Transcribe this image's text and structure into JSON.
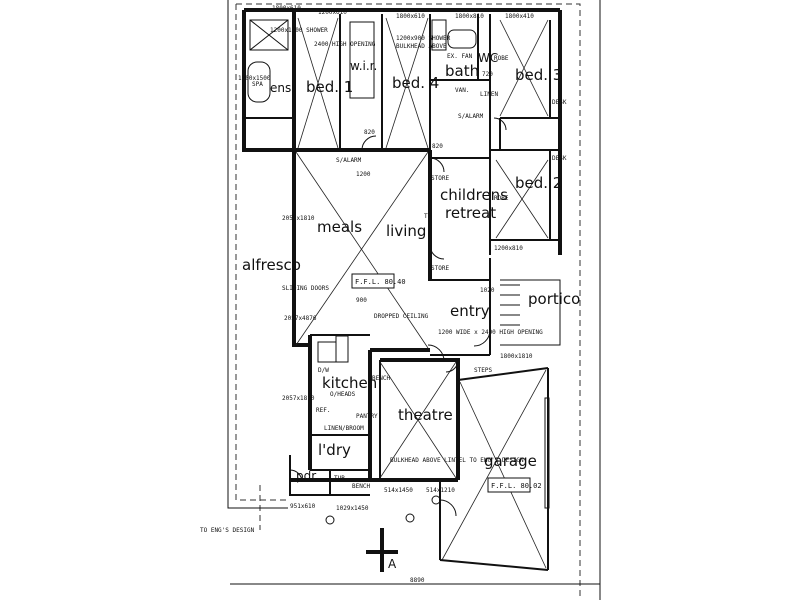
{
  "rooms": {
    "ens": "ens.",
    "bed1": "bed. 1",
    "wir": "w.i.r.",
    "bed4": "bed. 4",
    "bath": "bath",
    "wc": "WC",
    "bed3": "bed. 3",
    "bed2": "bed. 2",
    "meals": "meals",
    "living": "living",
    "childrens": "childrens",
    "retreat": "retreat",
    "alfresco": "alfresco",
    "entry": "entry",
    "portico": "portico",
    "kitchen": "kitchen",
    "theatre": "theatre",
    "laundry": "l'dry",
    "pdr": "pdr",
    "garage": "garage"
  },
  "labels": {
    "ffl_house": "F.F.L. 80.40",
    "ffl_garage": "F.F.L. 80.02",
    "spa": "SPA",
    "shower_ens": "1200x1500 SHOWER",
    "high_opening": "2400 HIGH OPENING",
    "bulkhead": "BULKHEAD ABOVE",
    "shower_bath": "1200x900 SHOWER",
    "exfan": "EX. FAN",
    "van": "VAN.",
    "linen": "LINEN",
    "robe": "ROBE",
    "desk": "DESK",
    "store": "STORE",
    "tv": "TV",
    "salarm": "S/ALARM",
    "sliding_doors": "SLIDING DOORS",
    "dropped_ceiling": "DROPPED CEILING",
    "dw": "D/W",
    "overheads": "O/HEADS",
    "ref": "REF.",
    "pantry": "PANTRY",
    "linen_broom": "LINEN/BROOM",
    "bench": "BENCH",
    "opening": "1200 WIDE x 2400 HIGH OPENING",
    "steps": "STEPS",
    "bulkhead_theatre": "BULKHEAD ABOVE LINTEL TO ENG'S DESIGN",
    "tub": "TUB",
    "section": "A",
    "eng_design": "TO ENG'S DESIGN"
  },
  "dimensions": {
    "d1800x610": "1800x610",
    "d1200x610": "1200x610",
    "d1800x810": "1800x810",
    "d1800x410": "1800x410",
    "d900": "900",
    "d820": "820",
    "d720": "720",
    "d1200": "1200",
    "d2057x1810": "2057x1810",
    "d2057x4876": "2057x4876",
    "d1200x1500": "1200x1500",
    "d1200x810": "1200x810",
    "d1800x1810": "1800x1810",
    "d1029x1450": "1029x1450",
    "d2057x1810b": "2057x1810",
    "d514x1450": "514x1450",
    "d514x1210": "514x1210",
    "d8890": "8890",
    "d951x610": "951x610",
    "d1020": "1020"
  }
}
